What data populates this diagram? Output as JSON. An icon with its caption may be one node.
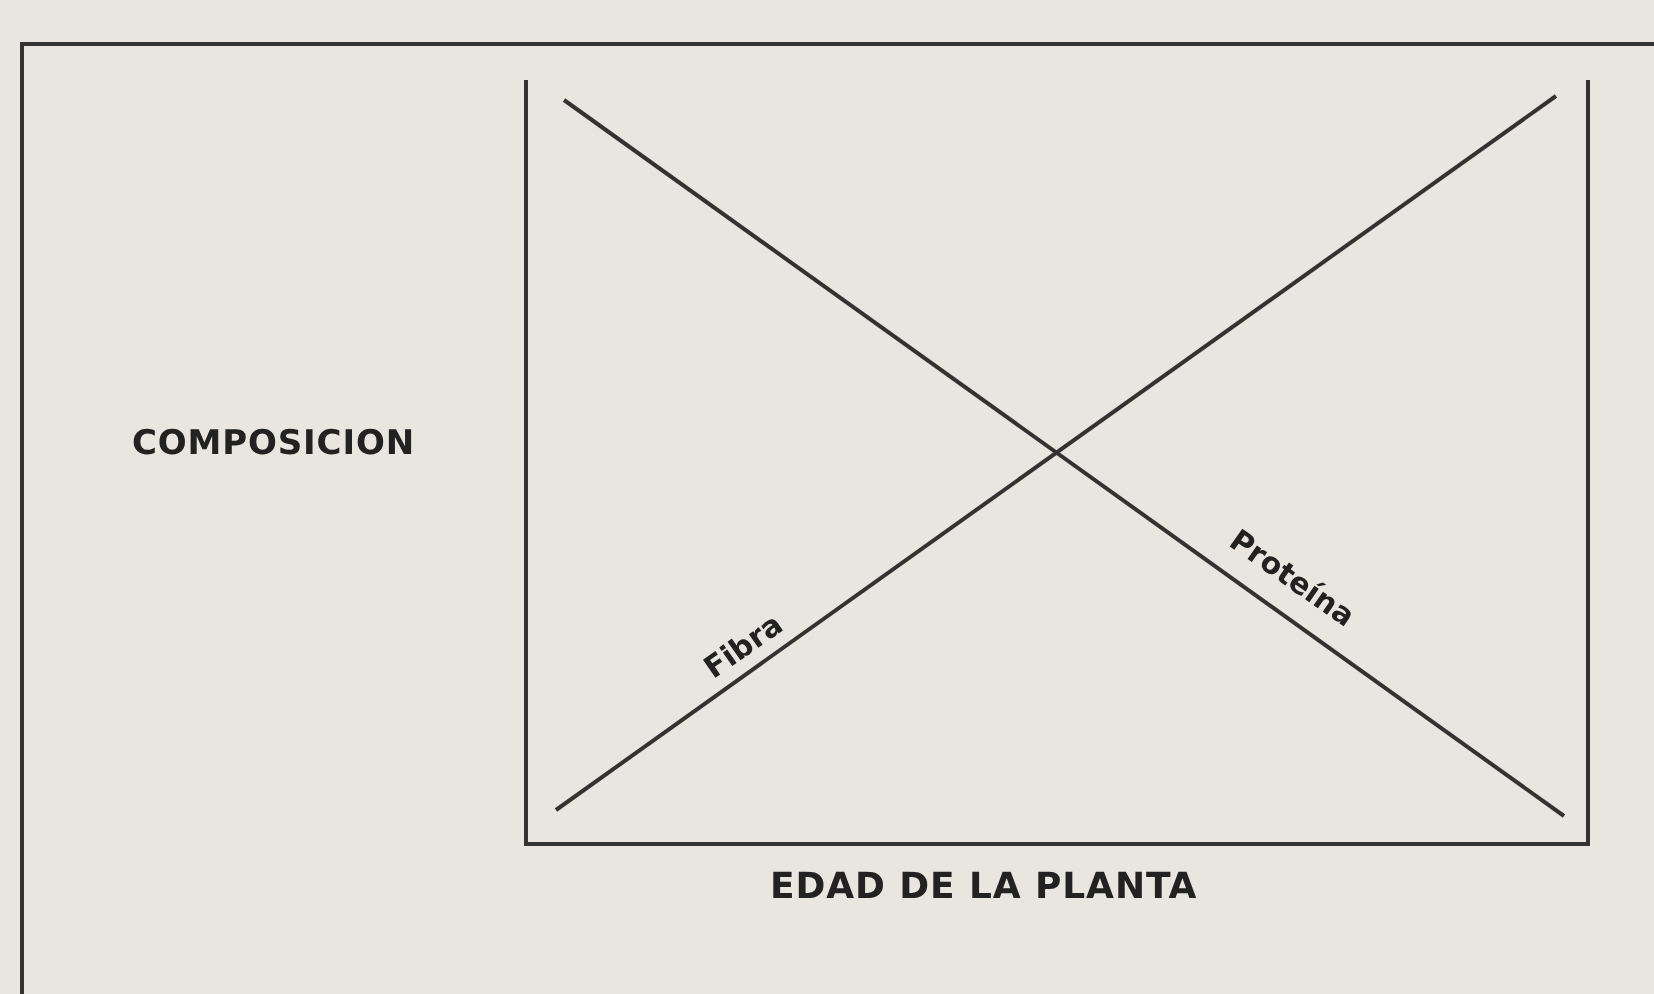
{
  "diagram": {
    "labels": [
      "COMPOSICION",
      "Fibra",
      "Proteína",
      "EDAD DE LA PLANTA"
    ]
  }
}
